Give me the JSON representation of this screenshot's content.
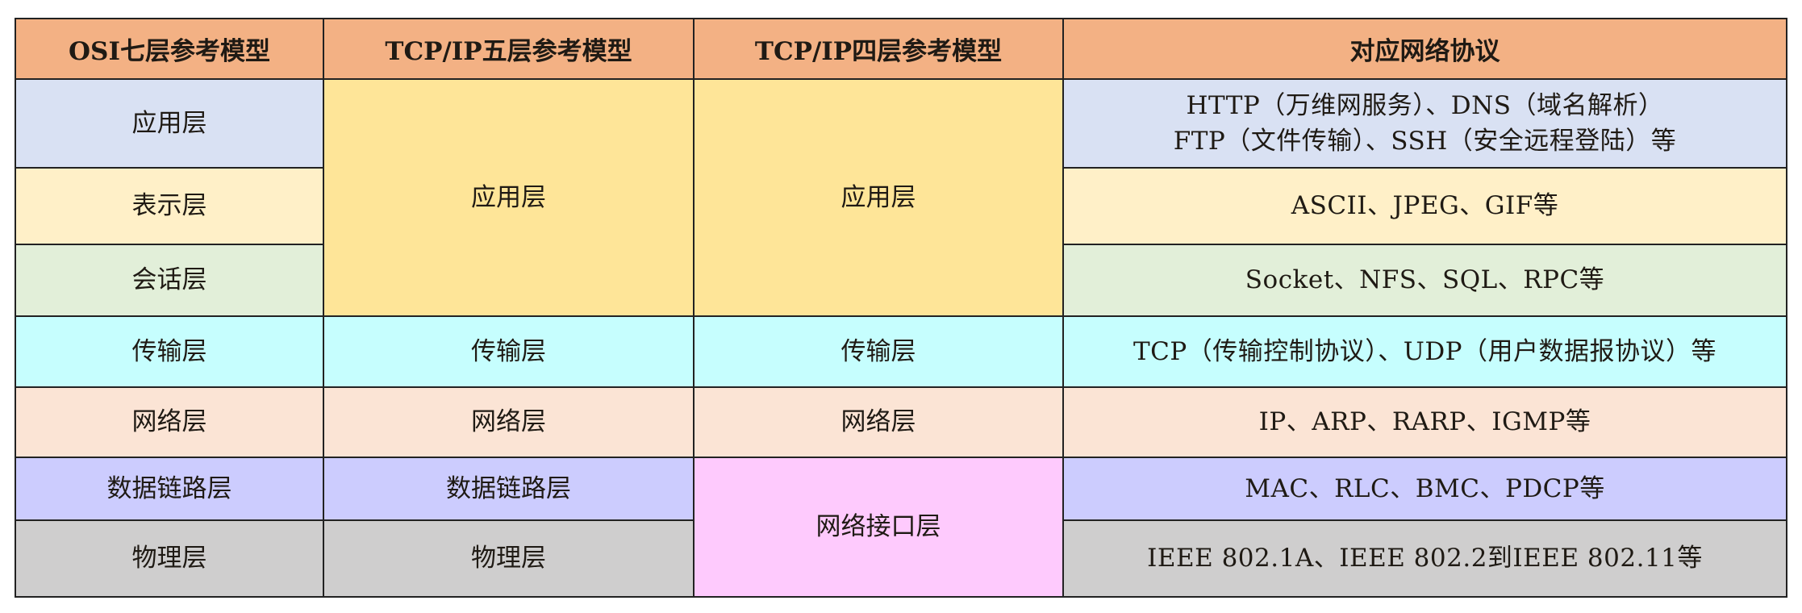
{
  "headers": [
    "OSI七层参考模型",
    "TCP/IP五层参考模型",
    "TCP/IP四层参考模型",
    "对应网络协议"
  ],
  "osi_layers": [
    "应用层",
    "表示层",
    "会话层",
    "传输层",
    "网络层",
    "数据链路层",
    "物理层"
  ],
  "tcpip5_layers": [
    "应用层",
    "传输层",
    "网络层",
    "数据链路层",
    "物理层"
  ],
  "tcpip4_layers": [
    "应用层",
    "传输层",
    "网络层",
    "网络接口层"
  ],
  "protocols": {
    "application_line1": "HTTP（万维网服务）、DNS（域名解析）",
    "application_line2": "FTP（文件传输）、SSH（安全远程登陆）等",
    "presentation": "ASCII、JPEG、GIF等",
    "session": "Socket、NFS、SQL、RPC等",
    "transport": "TCP（传输控制协议）、UDP（用户数据报协议）等",
    "network": "IP、ARP、RARP、IGMP等",
    "datalink": "MAC、RLC、BMC、PDCP等",
    "physical": "IEEE 802.1A、IEEE 802.2到IEEE 802.11等"
  },
  "colors": {
    "header": "#f3b184",
    "application": "#d9e1f3",
    "presentation": "#fff0c8",
    "session": "#e2efd9",
    "merged_application": "#fee598",
    "transport": "#c6fefe",
    "network": "#fbe4d5",
    "datalink": "#ccccfe",
    "physical": "#cfcece",
    "network_interface": "#fecafd"
  }
}
